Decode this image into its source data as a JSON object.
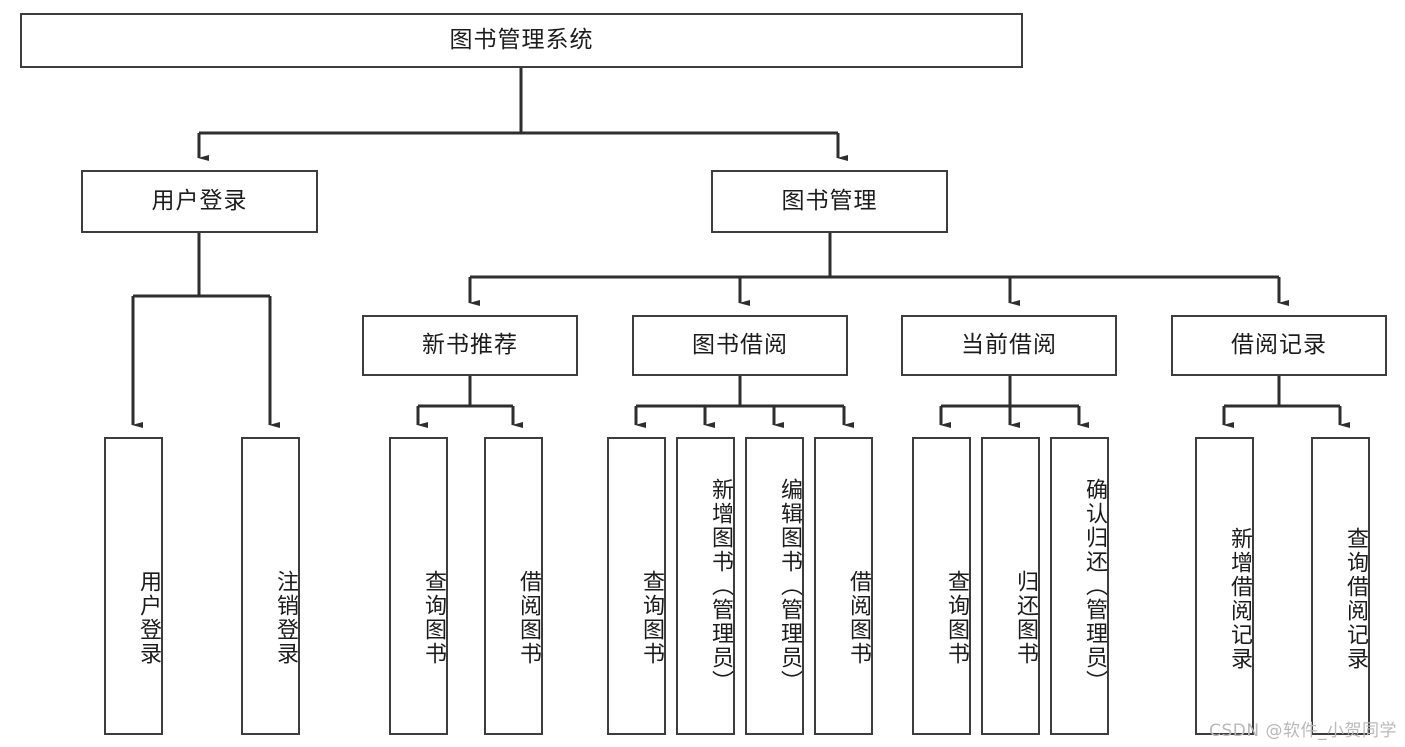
{
  "diagram": {
    "title": "图书管理系统",
    "watermark": "CSDN @软件_小贺同学",
    "stroke_color": "#3d3d3d",
    "text_color": "#1c1c1c",
    "background_color": "#ffffff",
    "nodes": {
      "root": "图书管理系统",
      "level2": [
        "用户登录",
        "图书管理"
      ],
      "level3": [
        "新书推荐",
        "图书借阅",
        "当前借阅",
        "借阅记录"
      ],
      "leaves": {
        "user_login": [
          "用户登录",
          "注销登录"
        ],
        "new_book_recommend": [
          "查询图书",
          "借阅图书"
        ],
        "book_borrow": [
          "查询图书",
          "新增图书（管理员）",
          "编辑图书（管理员）",
          "借阅图书"
        ],
        "current_borrow": [
          "查询图书",
          "归还图书",
          "确认归还（管理员）"
        ],
        "borrow_record": [
          "新增借阅记录",
          "查询借阅记录"
        ]
      }
    }
  }
}
